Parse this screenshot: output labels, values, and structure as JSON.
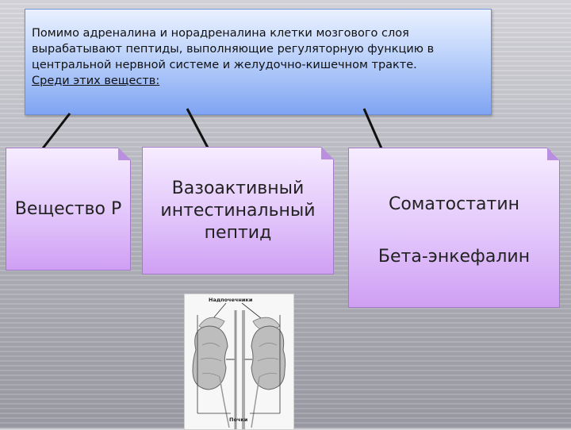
{
  "intro": {
    "line1": "Помимо адреналина и норадреналина клетки мозгового слоя",
    "line2": "вырабатывают пептиды, выполняющие регуляторную функцию в",
    "line3": "центральной нервной системе и желудочно-кишечном тракте.",
    "line4": "Среди этих веществ:"
  },
  "cards": {
    "substance_p": "Вещество Р",
    "vip_line1": "Вазоактивный",
    "vip_line2": "интестинальный",
    "vip_line3": "пептид",
    "somatostatin": "Соматостатин",
    "beta_enkephalin": "Бета-энкефалин"
  },
  "figure": {
    "top_label": "Надпочечники",
    "bottom_label": "Почки"
  },
  "colors": {
    "banner_blue": "#7fa4f2",
    "card_violet": "#cf9ff4",
    "arrow": "#111111"
  }
}
